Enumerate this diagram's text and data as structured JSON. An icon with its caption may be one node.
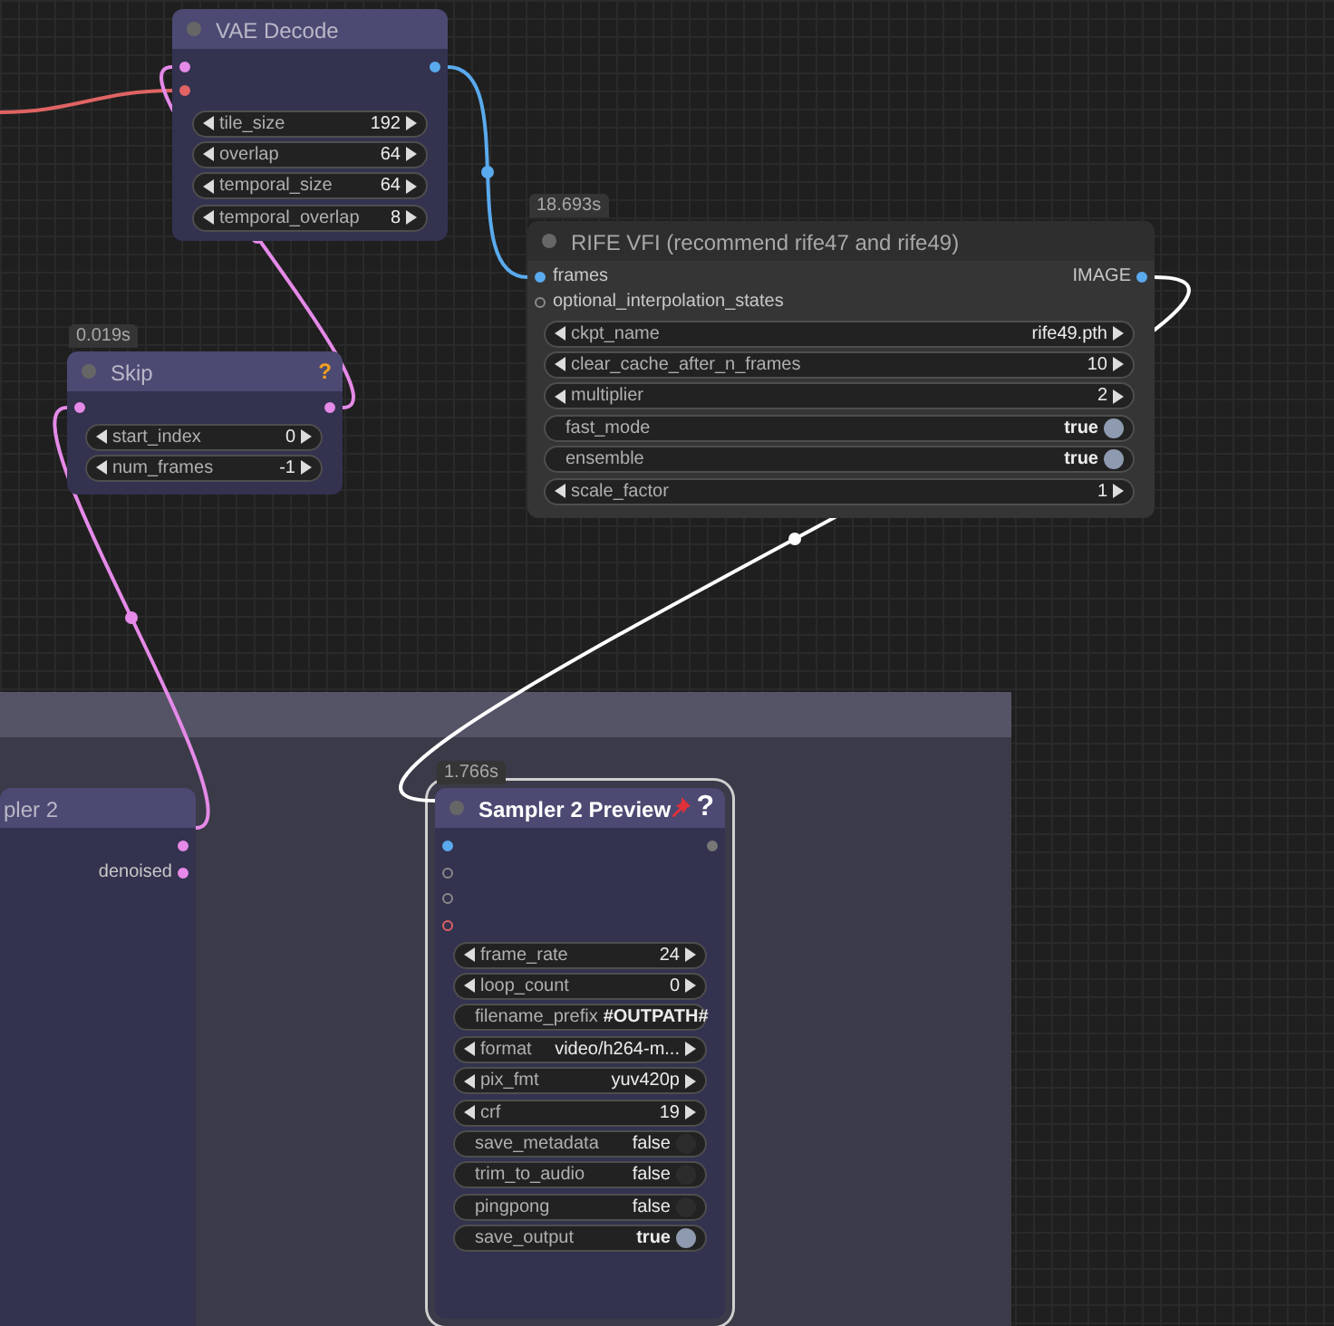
{
  "diagram": {
    "nodes": [
      {
        "text": [
          "VAE Decode",
          "tile_size",
          "192",
          "overlap",
          "64",
          "temporal_size",
          "64",
          "temporal_overlap",
          "8"
        ]
      },
      {
        "text": [
          "RIFE VFI (recommend rife47 and rife49)",
          "frames",
          "optional_interpolation_states",
          "IMAGE",
          "ckpt_name",
          "rife49.pth",
          "clear_cache_after_n_frames",
          "10",
          "multiplier",
          "2",
          "fast_mode",
          "true",
          "ensemble",
          "true",
          "scale_factor",
          "1"
        ],
        "beside": [
          "18.693s"
        ]
      },
      {
        "text": [
          "Skip",
          "?",
          "start_index",
          "0",
          "num_frames",
          "-1"
        ],
        "beside": [
          "0.019s"
        ]
      },
      {
        "text": [],
        "shape": "box"
      },
      {
        "text": [
          "pler 2",
          "denoised"
        ],
        "in": 3
      },
      {
        "text": [
          "Sampler 2 Preview",
          "?",
          "frame_rate",
          "24",
          "loop_count",
          "0",
          "filename_prefix",
          "#OUTPATH#",
          "format",
          "video/h264-m...",
          "pix_fmt",
          "yuv420p",
          "crf",
          "19",
          "save_metadata",
          "false",
          "trim_to_audio",
          "false",
          "pingpong",
          "false",
          "save_output",
          "true"
        ],
        "in": 3,
        "beside": [
          "1.766s"
        ]
      }
    ],
    "edges": [
      {
        "from": null,
        "to": 0,
        "arrow": "none",
        "color": "#e06464"
      },
      {
        "from": 2,
        "to": 0,
        "arrow": "none",
        "color": "#e58ae8"
      },
      {
        "from": 0,
        "to": 1,
        "arrow": "none",
        "color": "#5aaaee"
      },
      {
        "from": 4,
        "to": 2,
        "arrow": "none",
        "color": "#e58ae8"
      },
      {
        "from": 1,
        "to": 5,
        "arrow": "none",
        "color": "#ffffff"
      }
    ]
  }
}
